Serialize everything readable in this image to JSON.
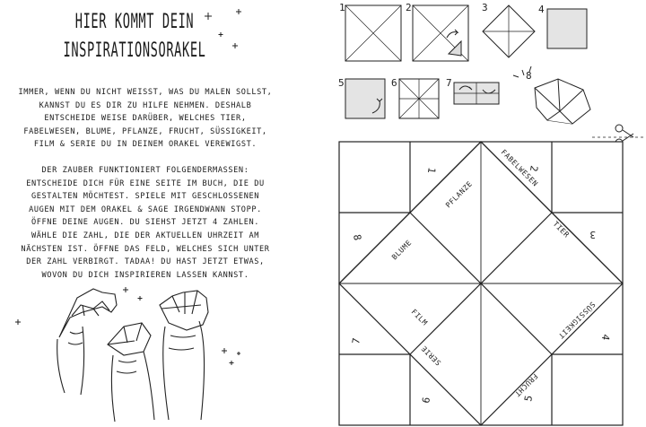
{
  "left": {
    "title_line1": "Hier kommt dein",
    "title_line2": "Inspirationsorakel",
    "paragraph1": [
      "Immer, wenn du nicht weißt, was du malen sollst,",
      "kannst du es dir zu Hilfe nehmen. Deshalb",
      "entscheide weise darüber, welches Tier,",
      "Fabelwesen, Blume, Pflanze, Frucht, Süßigkeit,",
      "Film & Serie du in deinem Orakel verewigst."
    ],
    "paragraph2": [
      "Der Zauber funktioniert folgendermaßen:",
      "Entscheide dich für eine Seite im Buch, die du",
      "gestalten möchtest. Spiele mit geschlossenen",
      "Augen mit dem Orakel & sage irgendwann Stopp.",
      "Öffne deine Augen. Du siehst jetzt 4 Zahlen.",
      "Wähle die Zahl, die der aktuellen Uhrzeit am",
      "nächsten ist. Öffne das Feld, welches sich unter",
      "der Zahl verbirgt. Tadaa! Du hast jetzt etwas,",
      "wovon du dich inspirieren lassen kannst."
    ]
  },
  "steps": [
    "1",
    "2",
    "3",
    "4",
    "5",
    "6",
    "7",
    "8"
  ],
  "grid": {
    "numbers": [
      "1",
      "2",
      "3",
      "4",
      "5",
      "6",
      "7",
      "8"
    ],
    "labels": [
      "Pflanze",
      "Fabelwesen",
      "Tier",
      "Süßigkeit",
      "Frucht",
      "Serie",
      "Film",
      "Blume"
    ]
  }
}
